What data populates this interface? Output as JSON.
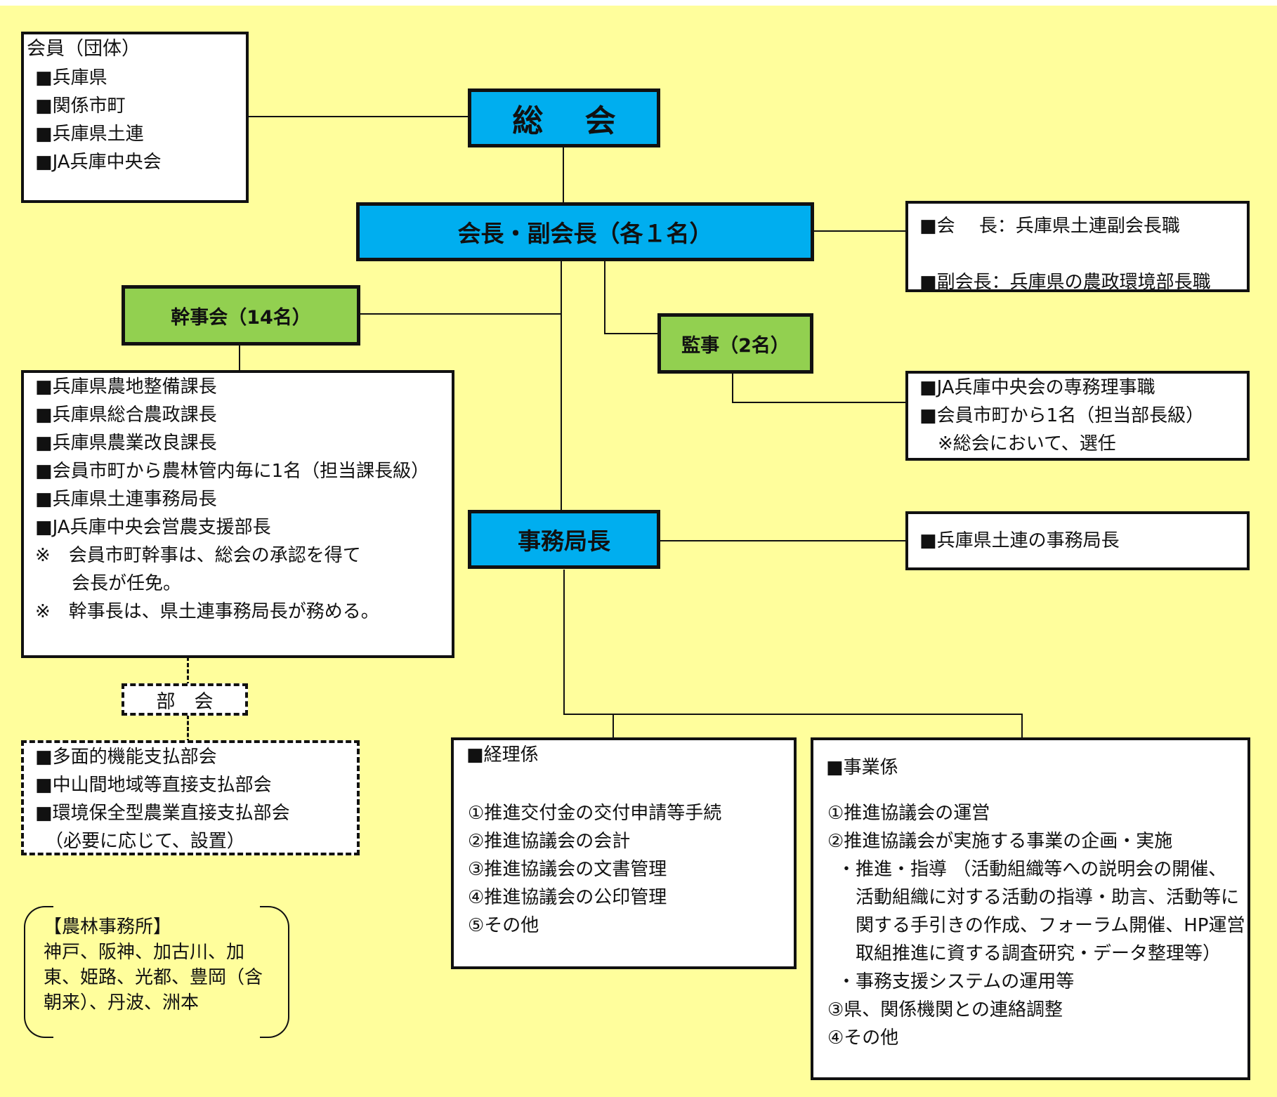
{
  "members": {
    "title": "会員（団体）",
    "items": [
      "■兵庫県",
      "■関係市町",
      "■兵庫県土連",
      "■JA兵庫中央会"
    ]
  },
  "general_assembly": {
    "label": "総 会"
  },
  "chair": {
    "label": "会長・副会長（各１名）"
  },
  "chair_info": {
    "items": [
      "■会　 長：兵庫県土連副会長職",
      "■副会長：兵庫県の農政環境部長職"
    ]
  },
  "secretaries": {
    "label": "幹事会（14名）"
  },
  "secretaries_info": {
    "items": [
      "■兵庫県農地整備課長",
      "■兵庫県総合農政課長",
      "■兵庫県農業改良課長",
      "■会員市町から農林管内毎に1名（担当課長級）",
      "■兵庫県土連事務局長",
      "■JA兵庫中央会営農支援部長",
      "※　会員市町幹事は、総会の承認を得て",
      "　　会長が任免。",
      "※　幹事長は、県土連事務局長が務める。"
    ]
  },
  "auditors": {
    "label": "監事（2名）"
  },
  "auditors_info": {
    "items": [
      "■JA兵庫中央会の専務理事職",
      "■会員市町から1名（担当部長級）",
      "　※総会において、選任"
    ]
  },
  "secretary_general": {
    "label": "事務局長"
  },
  "secretary_general_info": {
    "items": [
      "■兵庫県土連の事務局長"
    ]
  },
  "subcommittee": {
    "label": "部　会"
  },
  "subcommittee_info": {
    "items": [
      "■多面的機能支払部会",
      "■中山間地域等直接支払部会",
      "■環境保全型農業直接支払部会",
      "（必要に応じて、設置）"
    ]
  },
  "offices": {
    "items": [
      "【農林事務所】",
      "神戸、阪神、加古川、加",
      "東、姫路、光都、豊岡（含",
      "朝来）、丹波、洲本"
    ]
  },
  "accounting": {
    "title": "■経理係",
    "items": [
      "①推進交付金の交付申請等手続",
      "②推進協議会の会計",
      "③推進協議会の文書管理",
      "④推進協議会の公印管理",
      "⑤その他"
    ]
  },
  "operations": {
    "title": "■事業係",
    "items": [
      "①推進協議会の運営",
      "②推進協議会が実施する事業の企画・実施",
      "・推進・指導 （活動組織等への説明会の開催、",
      "　活動組織に対する活動の指導・助言、活動等に",
      "　関する手引きの作成、フォーラム開催、HP運営",
      "　取組推進に資する調査研究・データ整理等）",
      "・事務支援システムの運用等",
      "③県、関係機関との連絡調整",
      "④その他"
    ]
  }
}
